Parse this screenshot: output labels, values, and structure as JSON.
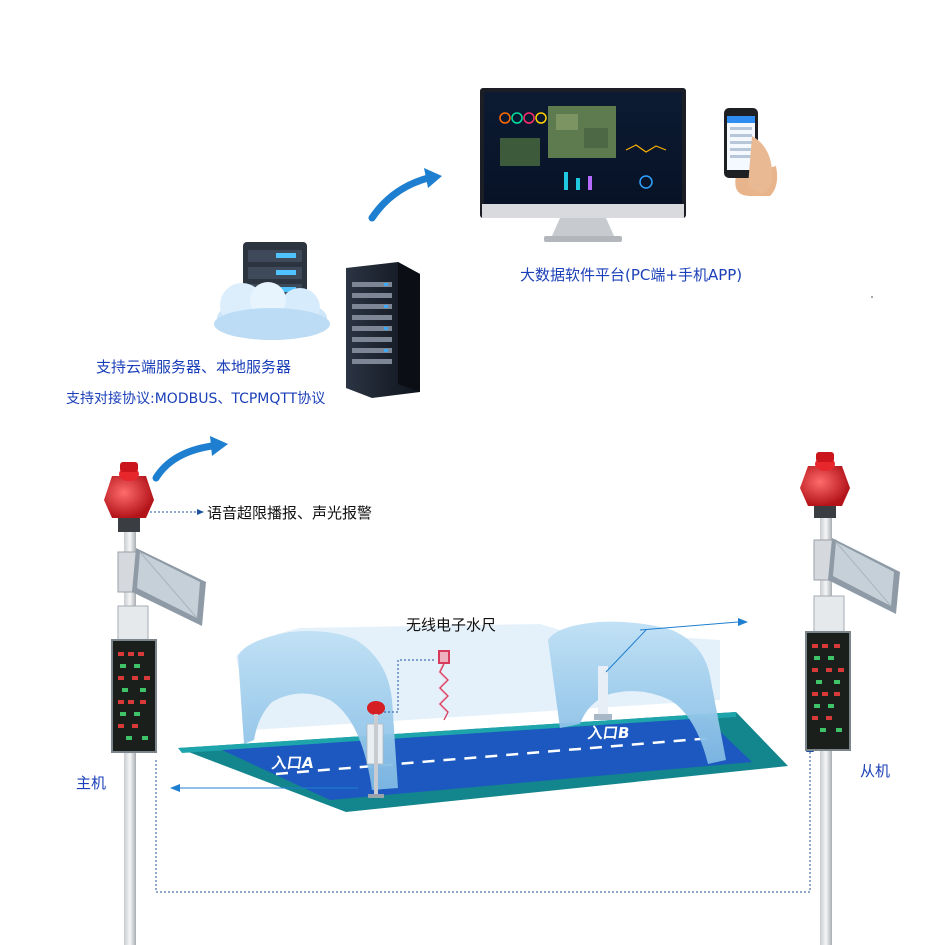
{
  "labels": {
    "platform": "大数据软件平台(PC端+手机APP)",
    "server_support": "支持云端服务器、本地服务器",
    "protocol_support": "支持对接协议:MODBUS、TCPMQTT协议",
    "voice_alarm": "语音超限播报、声光报警",
    "water_gauge": "无线电子水尺",
    "entrance_a": "入口A",
    "entrance_b": "入口B",
    "master": "主机",
    "slave": "从机"
  },
  "colors": {
    "label_blue": "#1a3fb8",
    "arrow_blue": "#1e7fd0",
    "tunnel": "#8fc6ea",
    "road": "#1c58c0",
    "road_edge": "#15878f",
    "alarm_red": "#d41e24",
    "led_panel": "#1a1f1c"
  },
  "icons": [
    "cloud-server-icon",
    "rack-server-icon",
    "monitor-icon",
    "smartphone-icon",
    "alarm-light-icon",
    "solar-panel-icon",
    "led-display-icon",
    "water-gauge-icon"
  ]
}
